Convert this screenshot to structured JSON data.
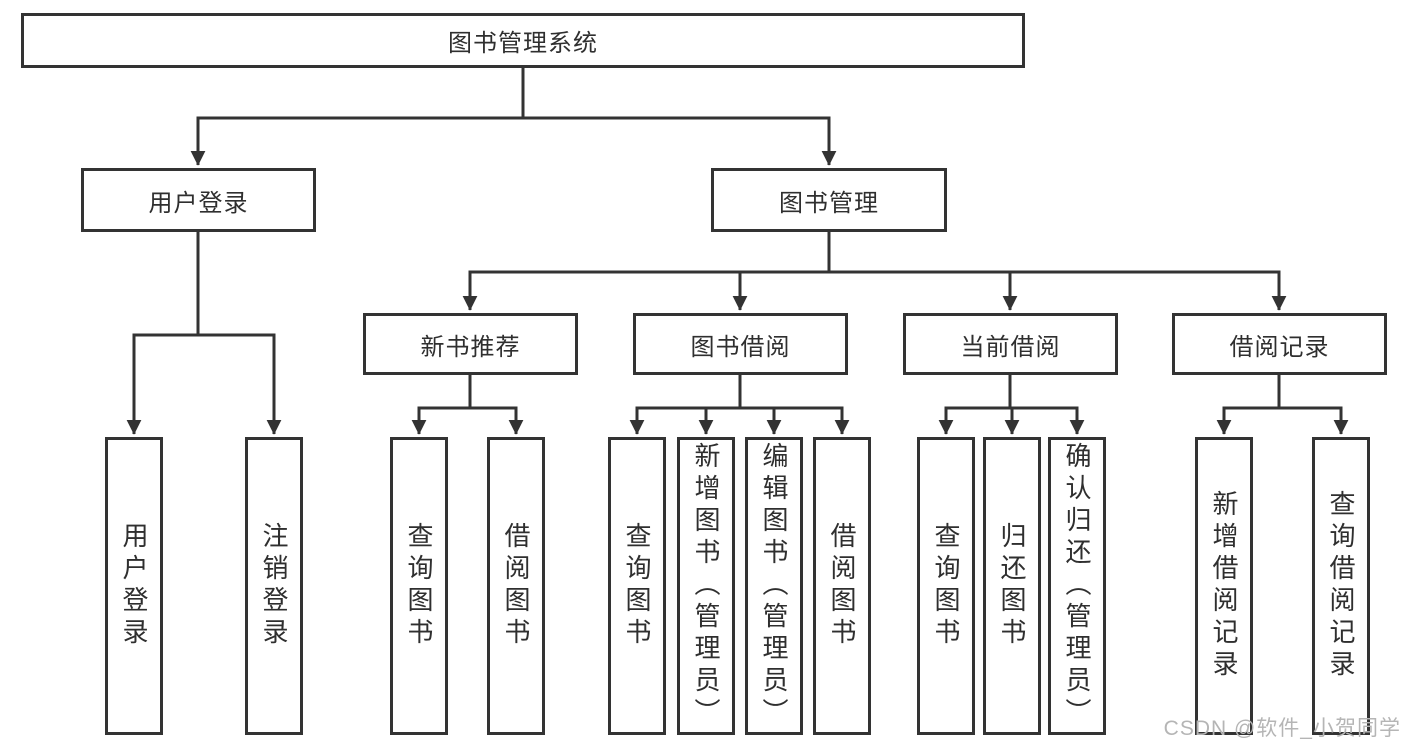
{
  "diagram": {
    "root": {
      "label": "图书管理系统"
    },
    "level2": {
      "user_login": {
        "label": "用户登录"
      },
      "book_management": {
        "label": "图书管理"
      }
    },
    "level3": {
      "new_book_recommend": {
        "label": "新书推荐"
      },
      "book_borrowing": {
        "label": "图书借阅"
      },
      "current_borrowing": {
        "label": "当前借阅"
      },
      "borrowing_records": {
        "label": "借阅记录"
      }
    },
    "leaves": {
      "user_login": [
        "用户登录",
        "注销登录"
      ],
      "new_book_recommend": [
        "查询图书",
        "借阅图书"
      ],
      "book_borrowing": [
        "查询图书",
        "新增图书（管理员）",
        "编辑图书（管理员）",
        "借阅图书"
      ],
      "current_borrowing": [
        "查询图书",
        "归还图书",
        "确认归还（管理员）"
      ],
      "borrowing_records": [
        "新增借阅记录",
        "查询借阅记录"
      ]
    }
  },
  "watermark": {
    "label": "CSDN @软件_小贺同学"
  },
  "colors": {
    "line": "#333333",
    "box_border": "#333333",
    "text": "#2f2f2f",
    "background": "#ffffff",
    "watermark": "#b5b5b5"
  }
}
